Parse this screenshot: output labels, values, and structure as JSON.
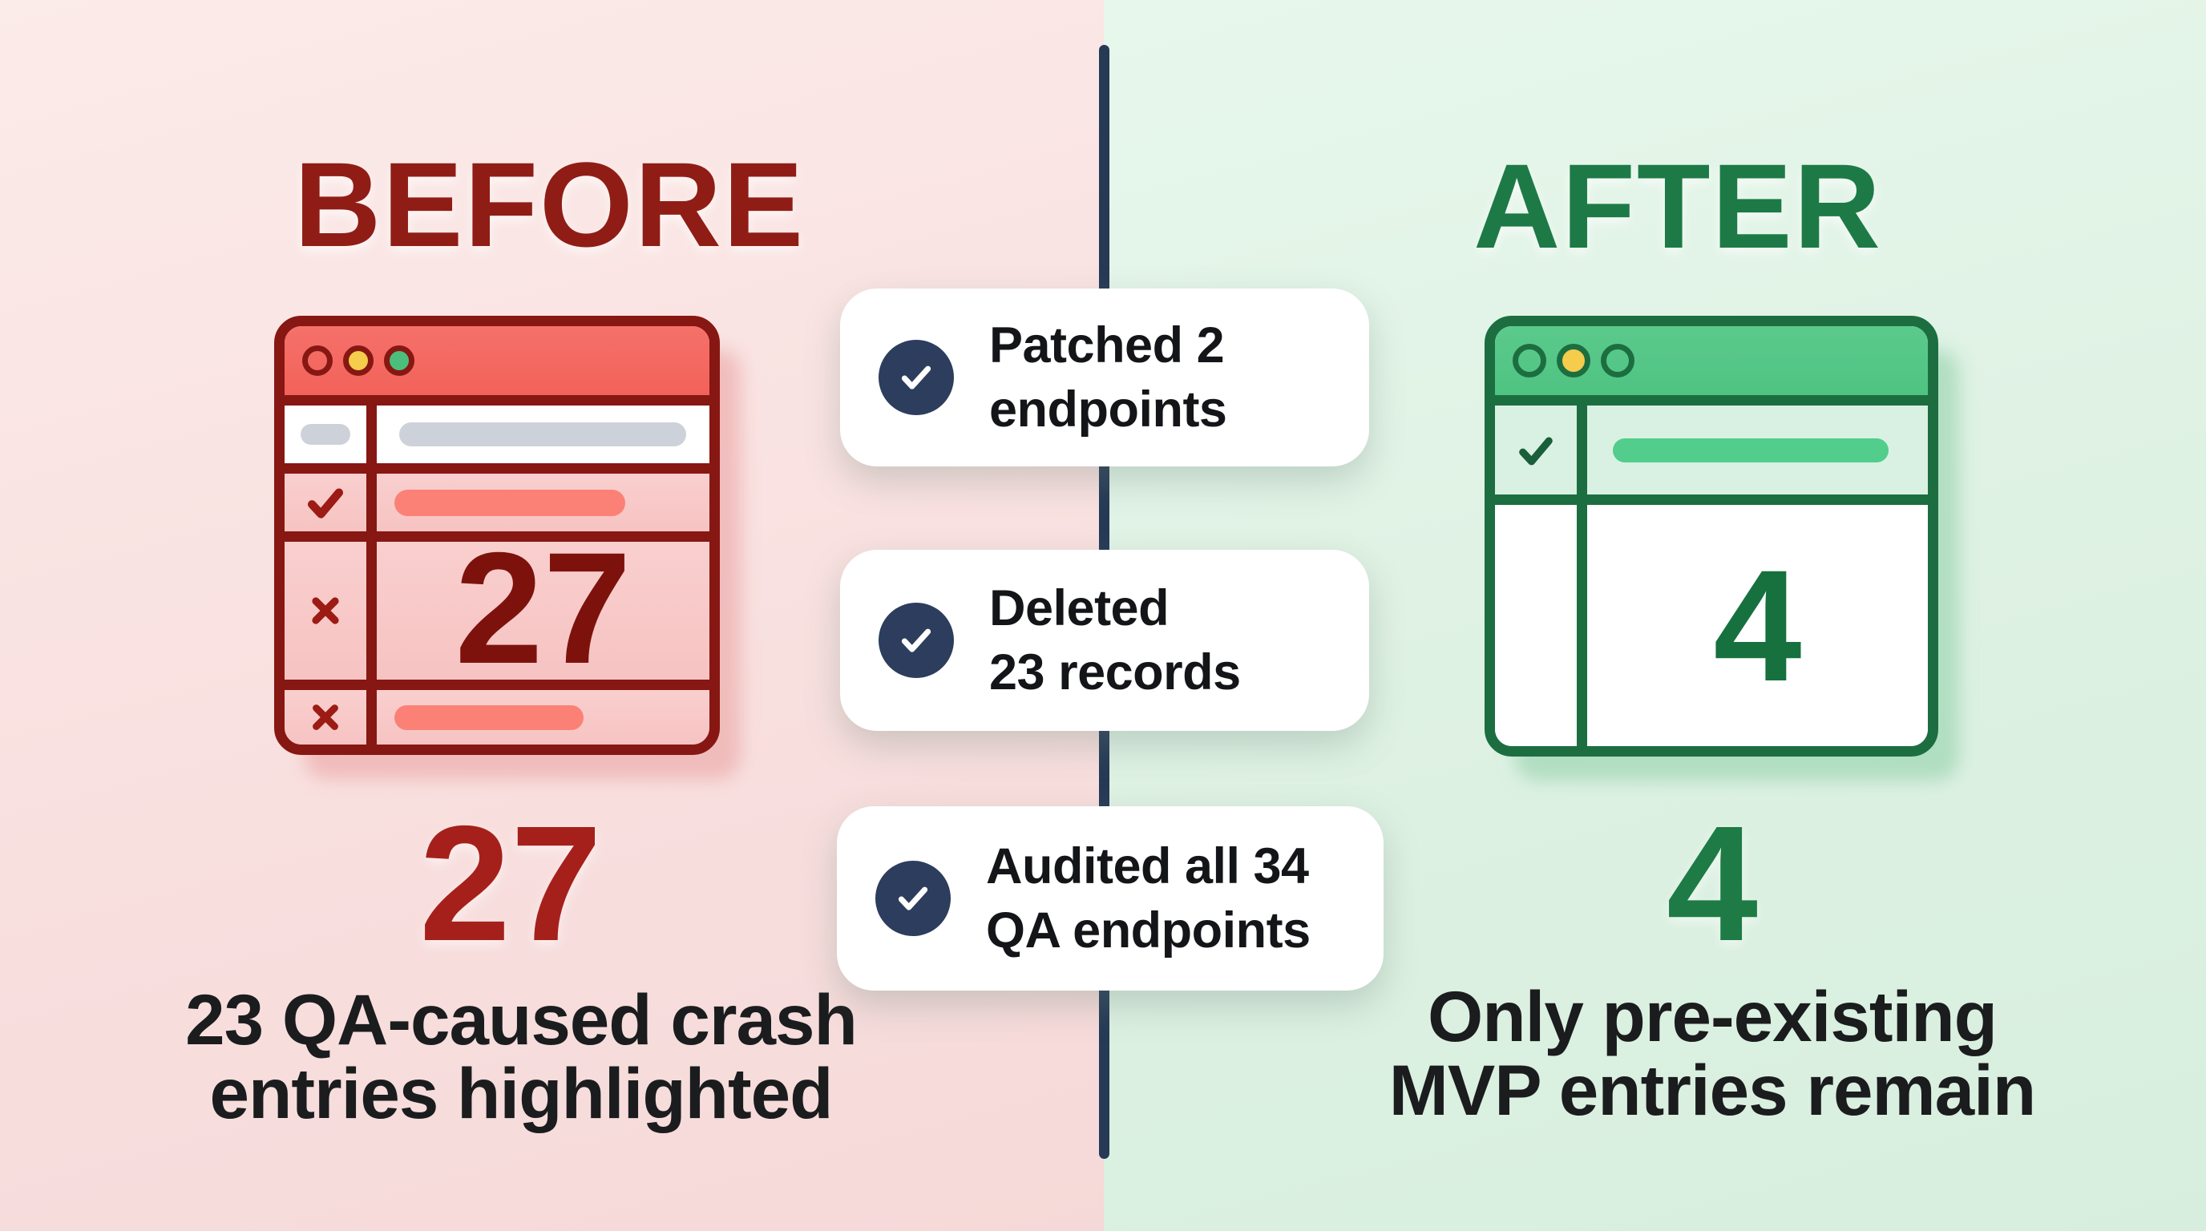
{
  "meta": {
    "kind": "before-after comparison infographic"
  },
  "left": {
    "title": "BEFORE",
    "window_value": "27",
    "stat_value": "27",
    "caption_line1": "23 QA-caused crash",
    "caption_line2": "entries highlighted"
  },
  "right": {
    "title": "AFTER",
    "window_value": "4",
    "stat_value": "4",
    "caption_line1": "Only pre-existing",
    "caption_line2": "MVP entries remain"
  },
  "cards": [
    {
      "line1": "Patched 2",
      "line2": "endpoints"
    },
    {
      "line1": "Deleted",
      "line2": "23 records"
    },
    {
      "line1": "Audited all 34",
      "line2": "QA endpoints"
    }
  ],
  "icons": {
    "card_badge": "check-circle",
    "window_marks": [
      "check",
      "cross"
    ],
    "titlebar_buttons": [
      "hollow-circle",
      "yellow-circle",
      "green-circle"
    ]
  },
  "colors": {
    "left_background": "#F9E2E1",
    "right_background": "#DFF2E4",
    "divider": "#263A56",
    "before_title": "#8F1D16",
    "after_title": "#1D7A46",
    "red_window_border": "#871712",
    "red_window_titlebar": "#F4695E",
    "pink_row": "#F8C9C8",
    "salmon_pill": "#FB8177",
    "gray_pill": "#CDD2DA",
    "maroon_mark": "#9C1B14",
    "red_window_number": "#7D120D",
    "big_left_number": "#A6201B",
    "green_window_border": "#1C6E40",
    "green_window_titlebar": "#55C787",
    "light_green_row": "#D9F1E2",
    "green_pill": "#52CD8C",
    "green_mark": "#1B5E3A",
    "green_window_number": "#17713F",
    "big_right_number": "#1E7B45",
    "card_background": "#FFFFFF",
    "check_circle": "#2C3D5D",
    "caption_text": "#1B1C1E",
    "yellow_dot": "#F5CC4C",
    "green_dot": "#4CBE7B"
  }
}
